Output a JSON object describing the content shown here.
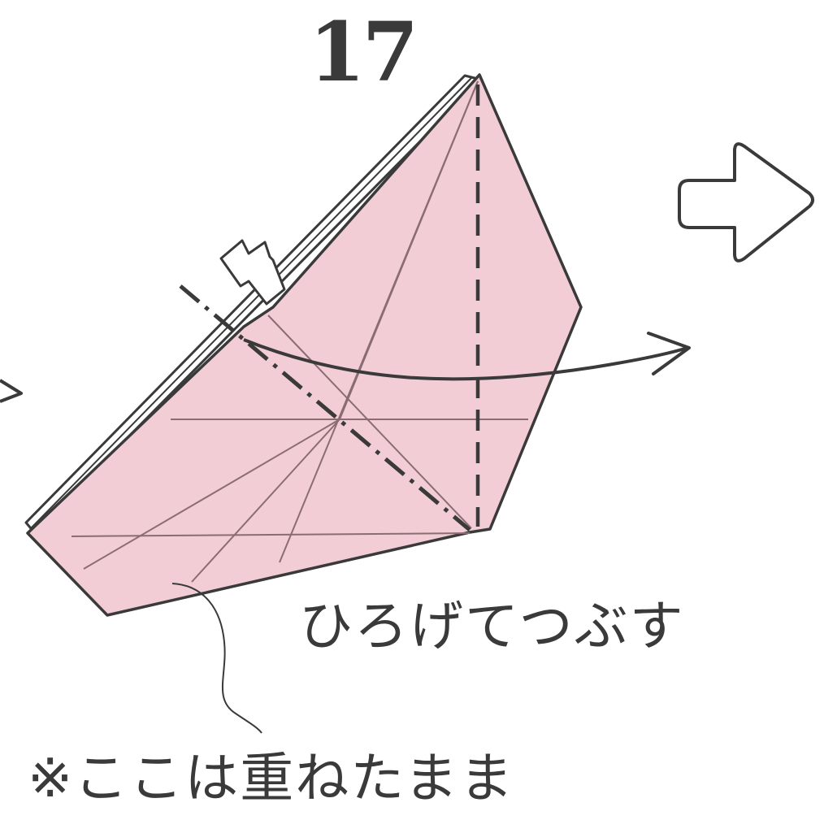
{
  "step": {
    "number": "17"
  },
  "instruction": "ひろげてつぶす",
  "note": "※ここは重ねたまま",
  "colors": {
    "paper": "#f3cdd5",
    "line": "#3a3a3a",
    "background": "#ffffff"
  },
  "icons": {
    "next_step": "hollow-right-arrow-icon",
    "push_here": "hollow-push-arrow-icon",
    "fold_direction": "curved-arrow-icon"
  }
}
